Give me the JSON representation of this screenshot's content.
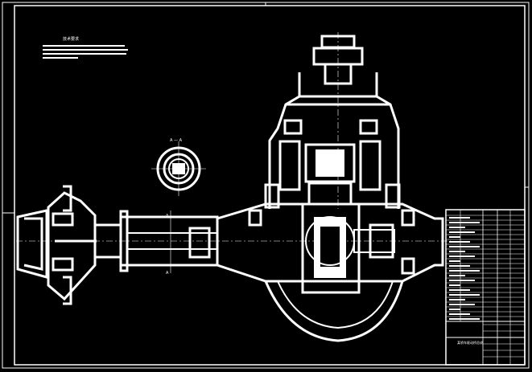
{
  "viewer": {
    "background": "#000000",
    "line_color": "#ffffff"
  },
  "notes": {
    "title": "技术要求"
  },
  "section_marks": {
    "top": "A — A",
    "shaft_upper": "A",
    "shaft_lower": "A"
  },
  "title_block": {
    "drawing_name": "某轿车驱动桥总成"
  }
}
